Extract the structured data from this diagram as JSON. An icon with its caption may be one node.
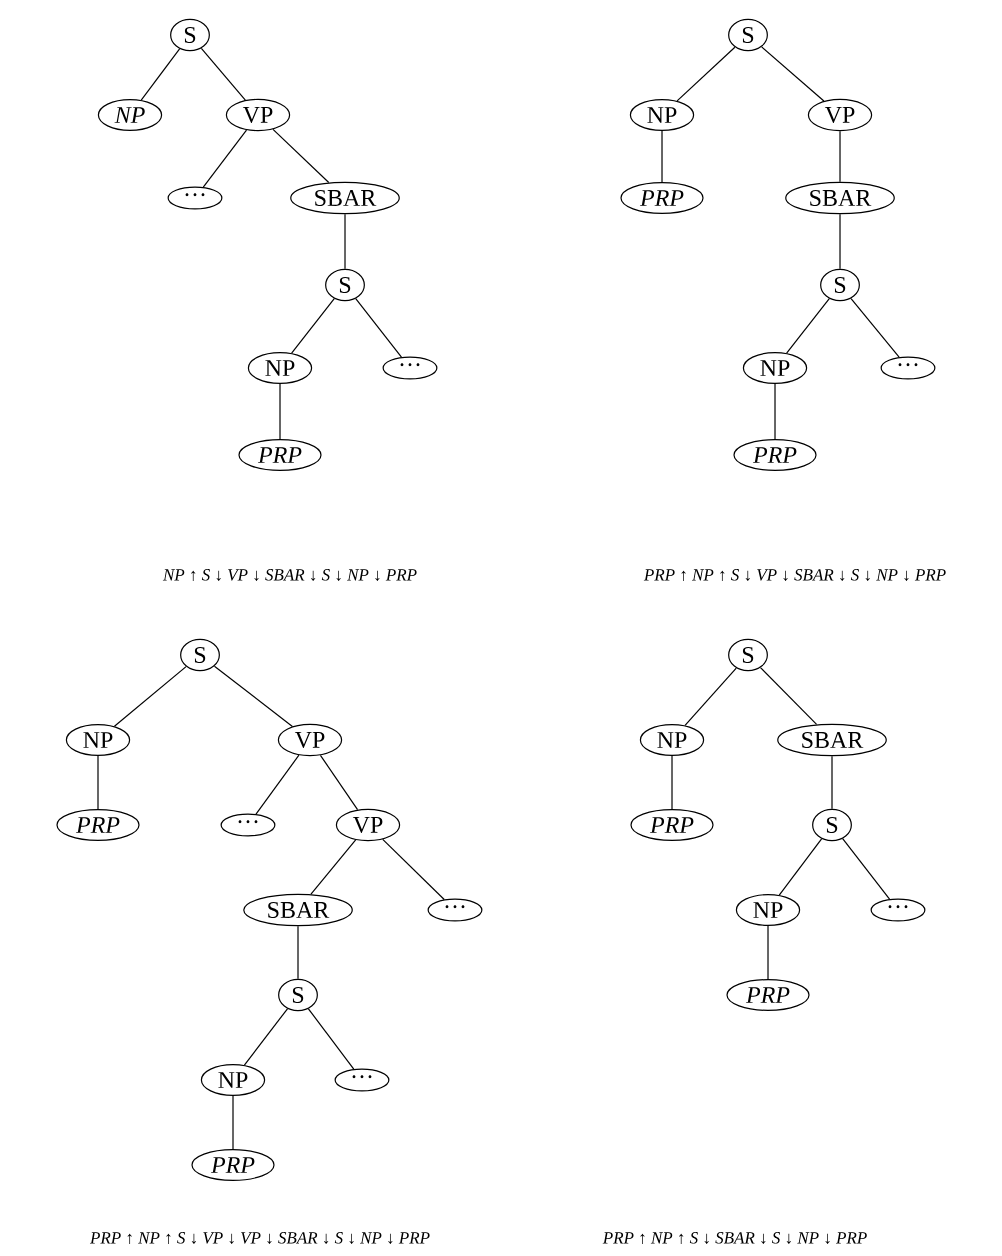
{
  "diagram": {
    "nodes": [
      {
        "text": [
          "S"
        ]
      },
      {
        "text": [
          "NP"
        ]
      },
      {
        "text": [
          "VP"
        ]
      },
      {
        "text": [
          "···"
        ]
      },
      {
        "text": [
          "SBAR"
        ]
      },
      {
        "text": [
          "S"
        ]
      },
      {
        "text": [
          "NP"
        ]
      },
      {
        "text": [
          "···"
        ]
      },
      {
        "text": [
          "PRP"
        ]
      },
      {
        "text": [
          "S"
        ]
      },
      {
        "text": [
          "NP"
        ]
      },
      {
        "text": [
          "VP"
        ]
      },
      {
        "text": [
          "PRP"
        ]
      },
      {
        "text": [
          "SBAR"
        ]
      },
      {
        "text": [
          "S"
        ]
      },
      {
        "text": [
          "NP"
        ]
      },
      {
        "text": [
          "···"
        ]
      },
      {
        "text": [
          "PRP"
        ]
      },
      {
        "text": [
          "S"
        ]
      },
      {
        "text": [
          "NP"
        ]
      },
      {
        "text": [
          "VP"
        ]
      },
      {
        "text": [
          "PRP"
        ]
      },
      {
        "text": [
          "···"
        ]
      },
      {
        "text": [
          "VP"
        ]
      },
      {
        "text": [
          "SBAR"
        ]
      },
      {
        "text": [
          "···"
        ]
      },
      {
        "text": [
          "S"
        ]
      },
      {
        "text": [
          "NP"
        ]
      },
      {
        "text": [
          "···"
        ]
      },
      {
        "text": [
          "PRP"
        ]
      },
      {
        "text": [
          "S"
        ]
      },
      {
        "text": [
          "NP"
        ]
      },
      {
        "text": [
          "SBAR"
        ]
      },
      {
        "text": [
          "PRP"
        ]
      },
      {
        "text": [
          "S"
        ]
      },
      {
        "text": [
          "NP"
        ]
      },
      {
        "text": [
          "···"
        ]
      },
      {
        "text": [
          "PRP"
        ]
      }
    ],
    "edges": [
      {
        "from": 0,
        "to": 1,
        "arrow": "none"
      },
      {
        "from": 0,
        "to": 2,
        "arrow": "none"
      },
      {
        "from": 2,
        "to": 3,
        "arrow": "none"
      },
      {
        "from": 2,
        "to": 4,
        "arrow": "none"
      },
      {
        "from": 4,
        "to": 5,
        "arrow": "none"
      },
      {
        "from": 5,
        "to": 6,
        "arrow": "none"
      },
      {
        "from": 5,
        "to": 7,
        "arrow": "none"
      },
      {
        "from": 6,
        "to": 8,
        "arrow": "none"
      },
      {
        "from": 9,
        "to": 10,
        "arrow": "none"
      },
      {
        "from": 9,
        "to": 11,
        "arrow": "none"
      },
      {
        "from": 10,
        "to": 12,
        "arrow": "none"
      },
      {
        "from": 11,
        "to": 13,
        "arrow": "none"
      },
      {
        "from": 13,
        "to": 14,
        "arrow": "none"
      },
      {
        "from": 14,
        "to": 15,
        "arrow": "none"
      },
      {
        "from": 14,
        "to": 16,
        "arrow": "none"
      },
      {
        "from": 15,
        "to": 17,
        "arrow": "none"
      },
      {
        "from": 18,
        "to": 19,
        "arrow": "none"
      },
      {
        "from": 18,
        "to": 20,
        "arrow": "none"
      },
      {
        "from": 19,
        "to": 21,
        "arrow": "none"
      },
      {
        "from": 20,
        "to": 22,
        "arrow": "none"
      },
      {
        "from": 20,
        "to": 23,
        "arrow": "none"
      },
      {
        "from": 23,
        "to": 24,
        "arrow": "none"
      },
      {
        "from": 23,
        "to": 25,
        "arrow": "none"
      },
      {
        "from": 24,
        "to": 26,
        "arrow": "none"
      },
      {
        "from": 26,
        "to": 27,
        "arrow": "none"
      },
      {
        "from": 26,
        "to": 28,
        "arrow": "none"
      },
      {
        "from": 27,
        "to": 29,
        "arrow": "none"
      },
      {
        "from": 30,
        "to": 31,
        "arrow": "none"
      },
      {
        "from": 30,
        "to": 32,
        "arrow": "none"
      },
      {
        "from": 31,
        "to": 33,
        "arrow": "none"
      },
      {
        "from": 32,
        "to": 34,
        "arrow": "none"
      },
      {
        "from": 34,
        "to": 35,
        "arrow": "none"
      },
      {
        "from": 34,
        "to": 36,
        "arrow": "none"
      },
      {
        "from": 35,
        "to": 37,
        "arrow": "none"
      }
    ],
    "labels": [
      "NP ↑ S ↓ VP ↓ SBAR ↓ S ↓ NP ↓ PRP",
      "PRP ↑ NP ↑ S ↓ VP ↓ SBAR ↓ S ↓ NP ↓ PRP",
      "PRP ↑ NP ↑ S ↓ VP ↓ VP ↓ SBAR ↓ S ↓ NP ↓ PRP",
      "PRP ↑ NP ↑ S ↓ SBAR ↓ S ↓ NP ↓ PRP"
    ]
  }
}
